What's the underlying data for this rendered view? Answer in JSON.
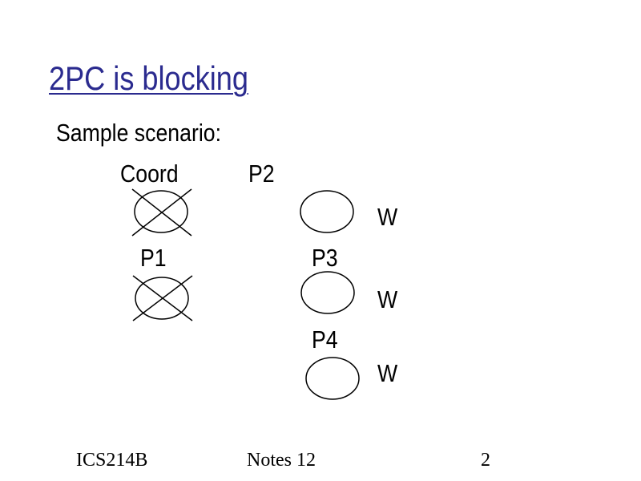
{
  "slide": {
    "title": "2PC is blocking",
    "subtitle": "Sample scenario:"
  },
  "nodes": {
    "coord": "Coord",
    "p1": "P1",
    "p2": "P2",
    "p3": "P3",
    "p4": "P4"
  },
  "states": {
    "p2": "W",
    "p3": "W",
    "p4": "W"
  },
  "footer": {
    "course": "ICS214B",
    "notes": "Notes 12",
    "page": "2"
  }
}
